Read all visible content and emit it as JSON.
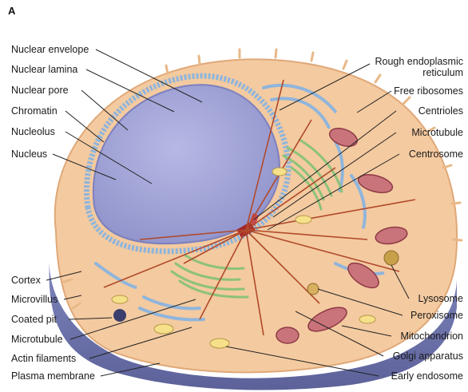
{
  "panel_letter": "A",
  "left_labels": [
    {
      "id": "nuclear-envelope",
      "text": "Nuclear envelope"
    },
    {
      "id": "nuclear-lamina",
      "text": "Nuclear lamina"
    },
    {
      "id": "nuclear-pore",
      "text": "Nuclear pore"
    },
    {
      "id": "chromatin",
      "text": "Chromatin"
    },
    {
      "id": "nucleolus",
      "text": "Nucleolus"
    },
    {
      "id": "nucleus",
      "text": "Nucleus"
    },
    {
      "id": "cortex",
      "text": "Cortex"
    },
    {
      "id": "microvillus",
      "text": "Microvillus"
    },
    {
      "id": "coated-pit",
      "text": "Coated pit"
    },
    {
      "id": "microtubule-left",
      "text": "Microtubule"
    },
    {
      "id": "actin-filaments",
      "text": "Actin filaments"
    },
    {
      "id": "plasma-membrane",
      "text": "Plasma membrane"
    }
  ],
  "right_labels": [
    {
      "id": "rough-er",
      "text": "Rough endoplasmic",
      "text2": "reticulum"
    },
    {
      "id": "free-ribosomes",
      "text": "Free ribosomes"
    },
    {
      "id": "centrioles",
      "text": "Centrioles"
    },
    {
      "id": "microtubule-right",
      "text": "Microtubule"
    },
    {
      "id": "centrosome",
      "text": "Centrosome"
    },
    {
      "id": "lysosome",
      "text": "Lysosome"
    },
    {
      "id": "peroxisome",
      "text": "Peroxisome"
    },
    {
      "id": "mitochondrion",
      "text": "Mitochondrion"
    },
    {
      "id": "golgi-apparatus",
      "text": "Golgi apparatus"
    },
    {
      "id": "early-endosome",
      "text": "Early endosome"
    }
  ],
  "colors": {
    "cytoplasm": "#f4caa0",
    "membrane_base": "#8791c2",
    "nucleus": "#a6a9d9",
    "er": "#8fb5dc",
    "golgi": "#8cc27a",
    "mitochondrion": "#b9616b",
    "filament": "#b0492a",
    "leader": "#222222"
  }
}
